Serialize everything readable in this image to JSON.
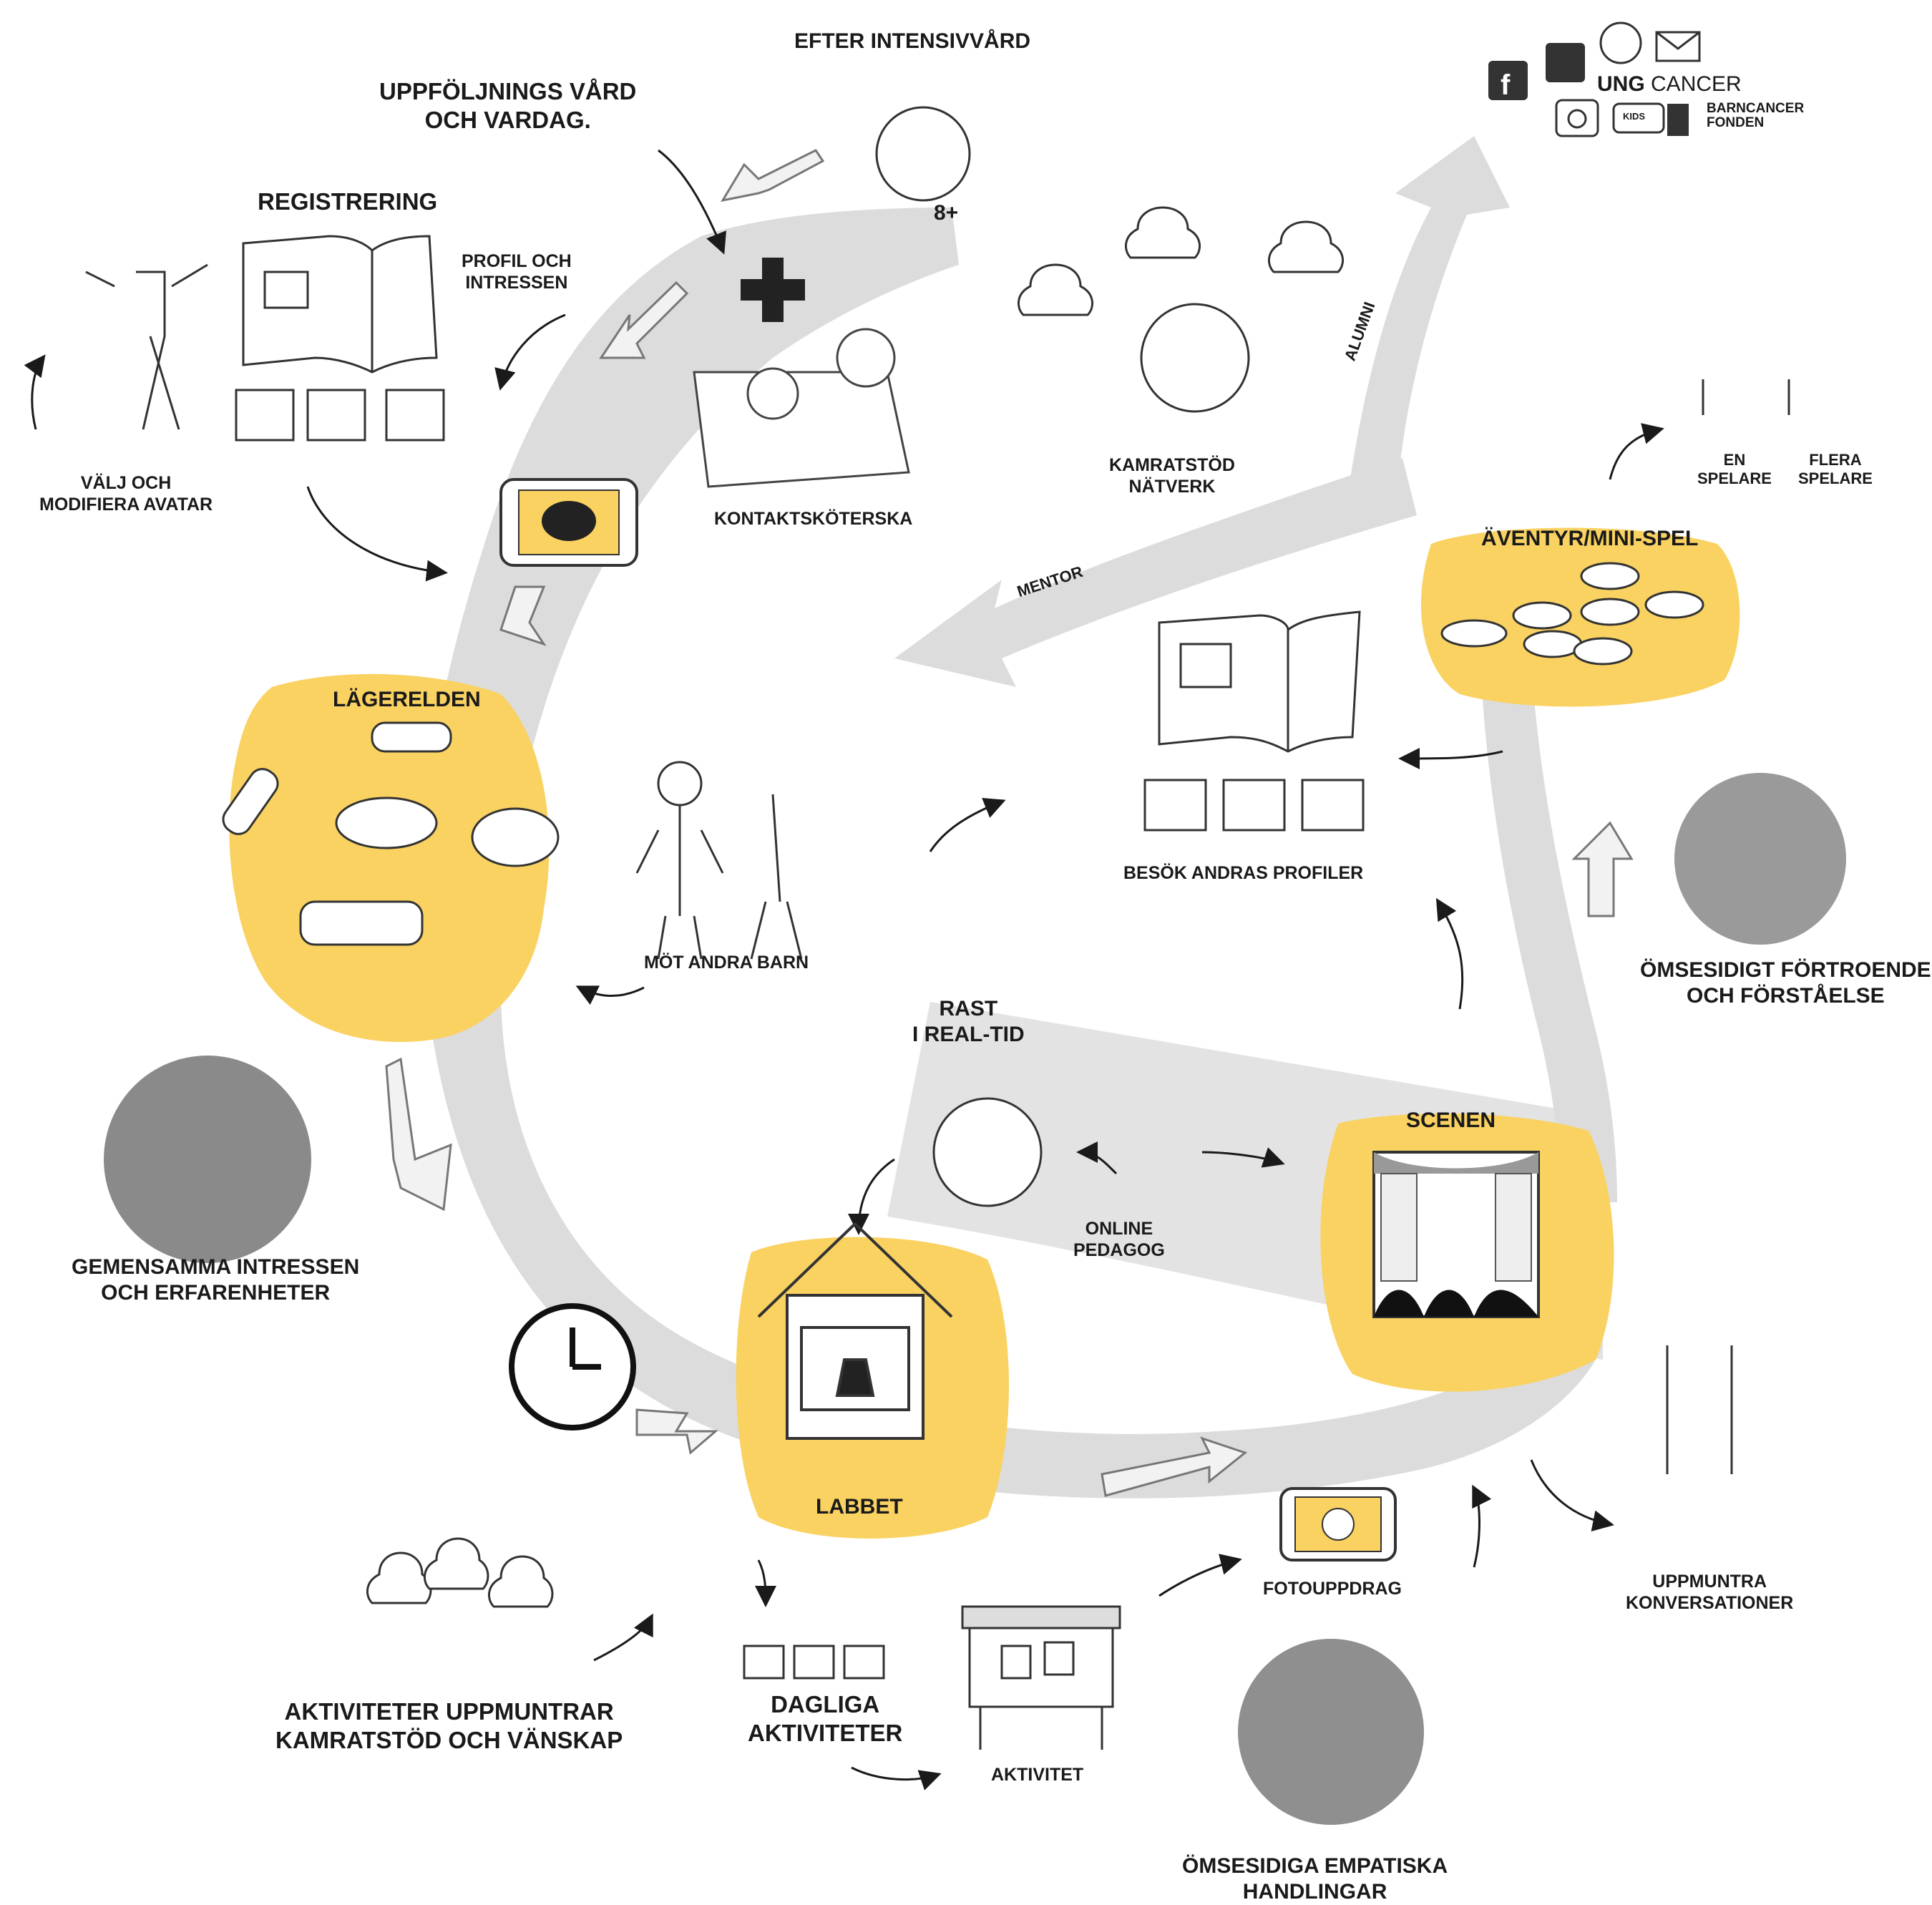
{
  "colors": {
    "highlight": "#f9d262",
    "path": "#d9d9d9",
    "ink": "#1a1a1a"
  },
  "labels": {
    "efter_intensivvard": "EFTER INTENSIVVÅRD",
    "uppfoljning_1": "UPPFÖLJNINGS VÅRD",
    "uppfoljning_2": "OCH VARDAG.",
    "registrering": "REGISTRERING",
    "profil_1": "PROFIL OCH",
    "profil_2": "INTRESSEN",
    "valj_1": "VÄLJ OCH",
    "valj_2": "MODIFIERA AVATAR",
    "age": "8+",
    "kontaktskoterska": "KONTAKTSKÖTERSKA",
    "kamratstod_1": "KAMRATSTÖD",
    "kamratstod_2": "NÄTVERK",
    "alumni": "ALUMNI",
    "mentor": "MENTOR",
    "en_1": "EN",
    "en_2": "SPELARE",
    "flera_1": "FLERA",
    "flera_2": "SPELARE",
    "aventyr": "ÄVENTYR/MINI-SPEL",
    "lagerelden": "LÄGERELDEN",
    "mot_andra_barn": "MÖT ANDRA BARN",
    "besok": "BESÖK ANDRAS PROFILER",
    "fortroende_1": "ÖMSESIDIGT FÖRTROENDE",
    "fortroende_2": "OCH FÖRSTÅELSE",
    "rast_1": "RAST",
    "rast_2": "I REAL-TID",
    "scenen": "SCENEN",
    "online_1": "ONLINE",
    "online_2": "PEDAGOG",
    "gemensamma_1": "GEMENSAMMA INTRESSEN",
    "gemensamma_2": "OCH ERFARENHETER",
    "labbet": "LABBET",
    "fotouppdrag": "FOTOUPPDRAG",
    "uppmuntra_1": "UPPMUNTRA",
    "uppmuntra_2": "KONVERSATIONER",
    "aktiviteter_1": "AKTIVITETER UPPMUNTRAR",
    "aktiviteter_2": "KAMRATSTÖD OCH VÄNSKAP",
    "dagliga_1": "DAGLIGA",
    "dagliga_2": "AKTIVITETER",
    "aktivitet": "AKTIVITET",
    "empatiska_1": "ÖMSESIDIGA EMPATISKA",
    "empatiska_2": "HANDLINGAR"
  },
  "logos": {
    "ung_bold": "UNG",
    "ung_light": "CANCER",
    "barncancer_1": "BARNCANCER",
    "barncancer_2": "FONDEN",
    "kids": "KIDS"
  },
  "icons": [
    "facebook-icon",
    "twitter-icon",
    "instagram-icon",
    "mail-icon",
    "clock-icon",
    "tablet-icon",
    "stage-icon",
    "house-icon",
    "notice-board-icon",
    "profile-book-icon",
    "campfire-icon"
  ]
}
